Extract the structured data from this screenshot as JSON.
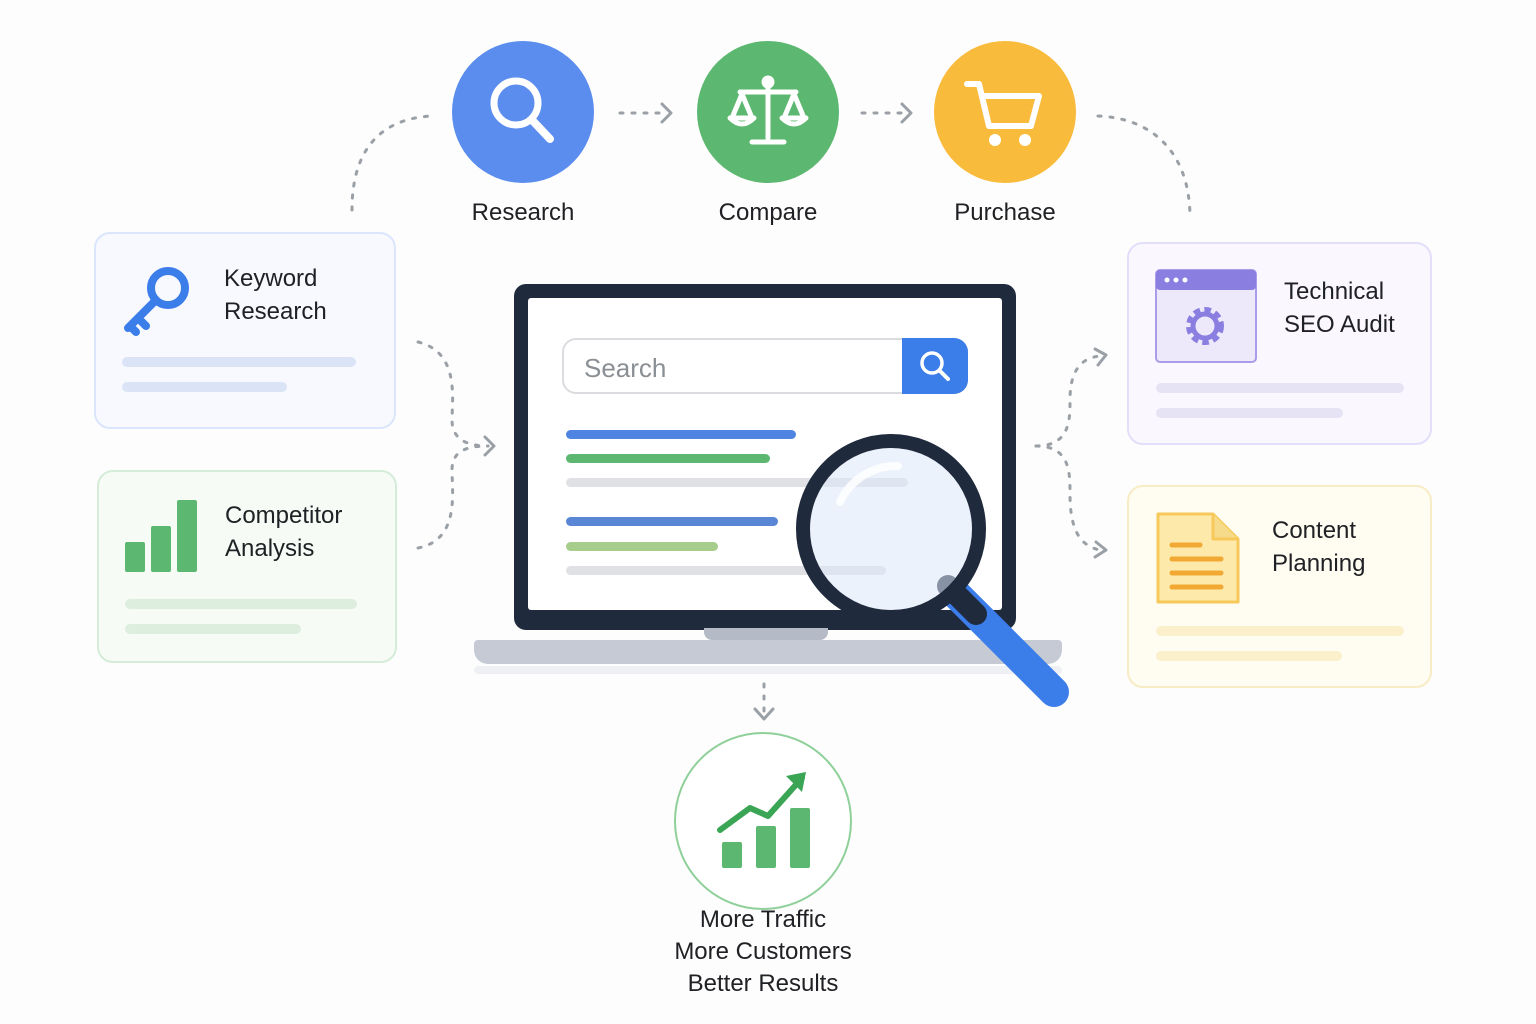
{
  "journey": {
    "steps": [
      {
        "label": "Research",
        "icon": "search-icon",
        "color": "#5b8def"
      },
      {
        "label": "Compare",
        "icon": "scales-icon",
        "color": "#5cb870"
      },
      {
        "label": "Purchase",
        "icon": "shopping-cart-icon",
        "color": "#f9bb3c"
      }
    ]
  },
  "cards": {
    "keyword": {
      "line1": "Keyword",
      "line2": "Research",
      "icon": "key-icon",
      "color": "#3b7de9"
    },
    "competitor": {
      "line1": "Competitor",
      "line2": "Analysis",
      "icon": "bar-chart-icon",
      "color": "#5cb870"
    },
    "technical": {
      "line1": "Technical",
      "line2": "SEO Audit",
      "icon": "settings-window-icon",
      "color": "#8a7ee0"
    },
    "content": {
      "line1": "Content",
      "line2": "Planning",
      "icon": "document-icon",
      "color": "#f6c95a"
    }
  },
  "laptop": {
    "search_placeholder": "Search",
    "accent": "#3b7de9"
  },
  "outcome": {
    "line1": "More Traffic",
    "line2": "More Customers",
    "line3": "Better Results",
    "icon": "growth-chart-icon",
    "color": "#5cb870"
  }
}
